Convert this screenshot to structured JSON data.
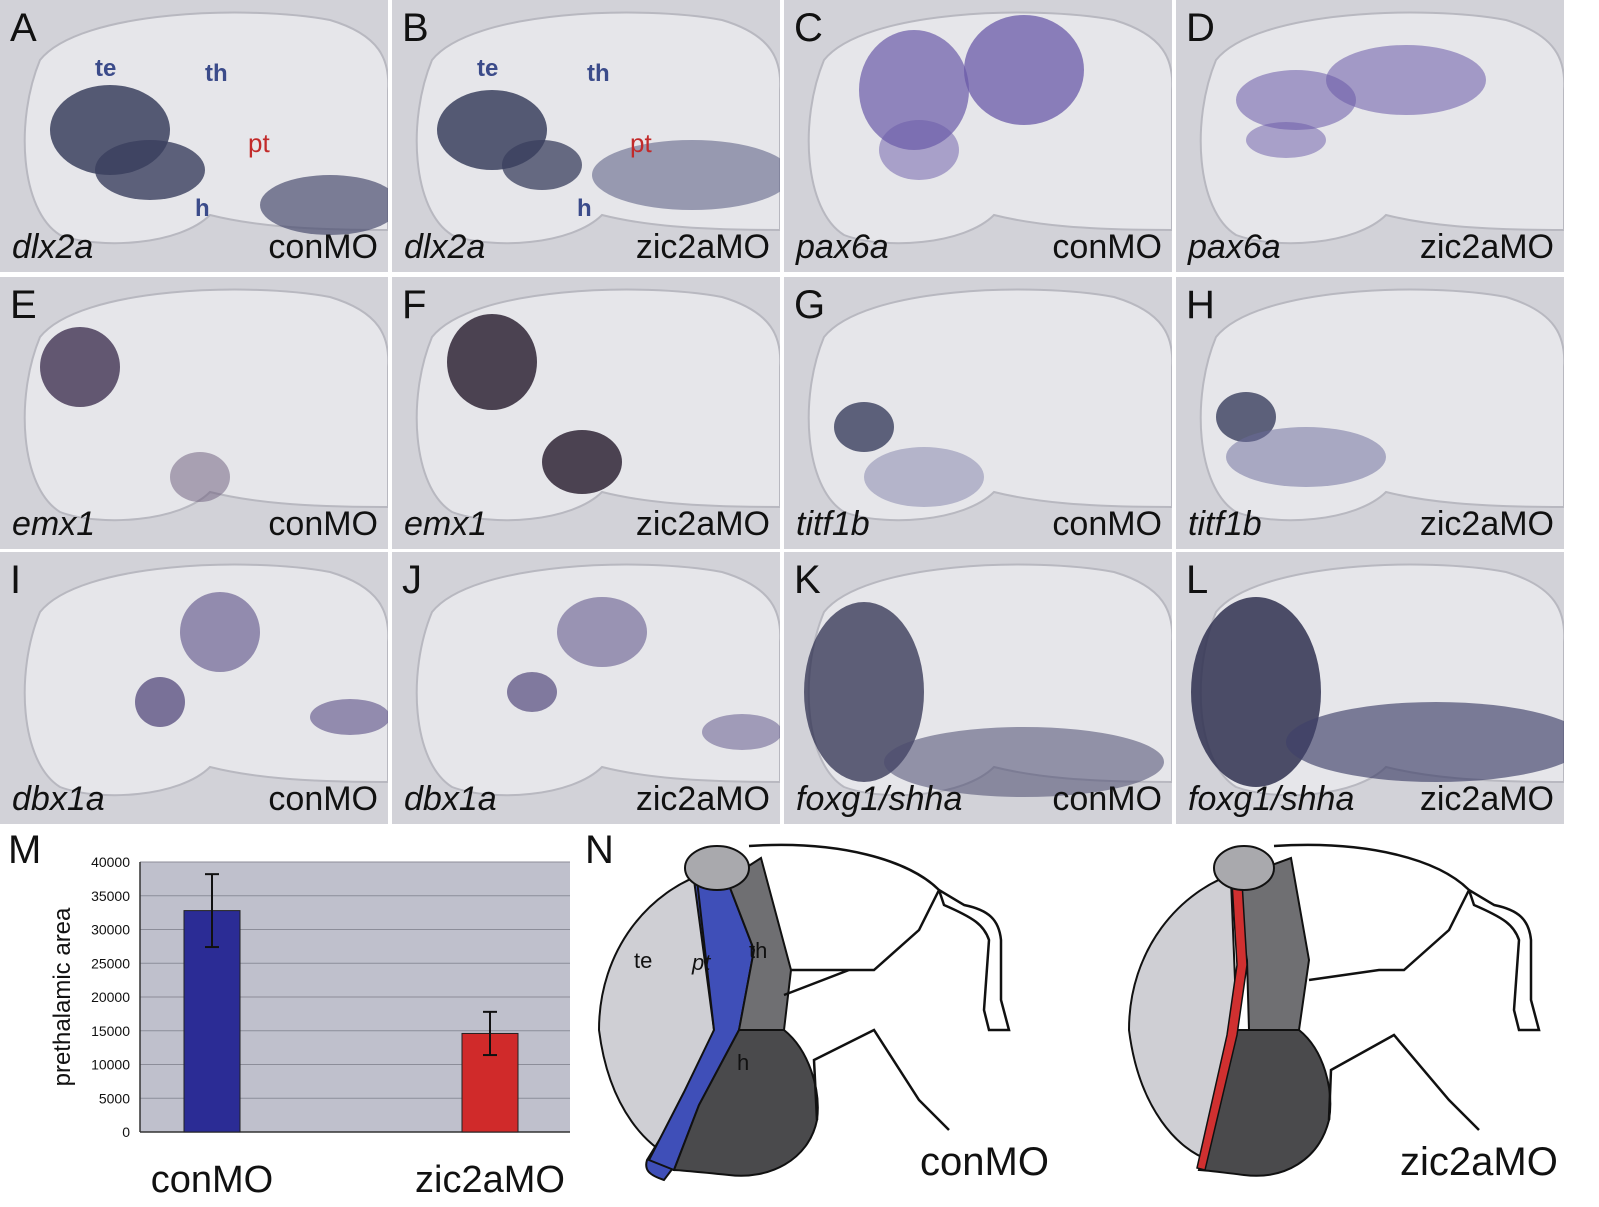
{
  "panels": [
    {
      "id": "A",
      "gene": "dlx2a",
      "cond": "conMO"
    },
    {
      "id": "B",
      "gene": "dlx2a",
      "cond": "zic2aMO"
    },
    {
      "id": "C",
      "gene": "pax6a",
      "cond": "conMO"
    },
    {
      "id": "D",
      "gene": "pax6a",
      "cond": "zic2aMO"
    },
    {
      "id": "E",
      "gene": "emx1",
      "cond": "conMO"
    },
    {
      "id": "F",
      "gene": "emx1",
      "cond": "zic2aMO"
    },
    {
      "id": "G",
      "gene": "titf1b",
      "cond": "conMO"
    },
    {
      "id": "H",
      "gene": "titf1b",
      "cond": "zic2aMO"
    },
    {
      "id": "I",
      "gene": "dbx1a",
      "cond": "conMO"
    },
    {
      "id": "J",
      "gene": "dbx1a",
      "cond": "zic2aMO"
    },
    {
      "id": "K",
      "gene": "foxg1/shha",
      "cond": "conMO"
    },
    {
      "id": "L",
      "gene": "foxg1/shha",
      "cond": "zic2aMO"
    }
  ],
  "regions": {
    "te": "te",
    "th": "th",
    "h": "h",
    "pt": "pt"
  },
  "panel_m": "M",
  "panel_n": "N",
  "chart_data": {
    "type": "bar",
    "categories": [
      "conMO",
      "zic2aMO"
    ],
    "values": [
      32800,
      14600
    ],
    "errors": [
      5400,
      3200
    ],
    "ylabel": "prethalamic area",
    "ylim": [
      0,
      40000
    ],
    "yticks": [
      0,
      5000,
      10000,
      15000,
      20000,
      25000,
      30000,
      35000,
      40000
    ],
    "colors": [
      "#2b2c95",
      "#d02a2a"
    ],
    "grid": true
  },
  "diagram": {
    "left_cond": "conMO",
    "right_cond": "zic2aMO",
    "colors": {
      "te": "#cfcfd4",
      "th": "#6f6f72",
      "h": "#4a4a4c",
      "top": "#a9a9ad",
      "pt_con": "#3f4fb8",
      "pt_zic": "#d03030"
    }
  }
}
